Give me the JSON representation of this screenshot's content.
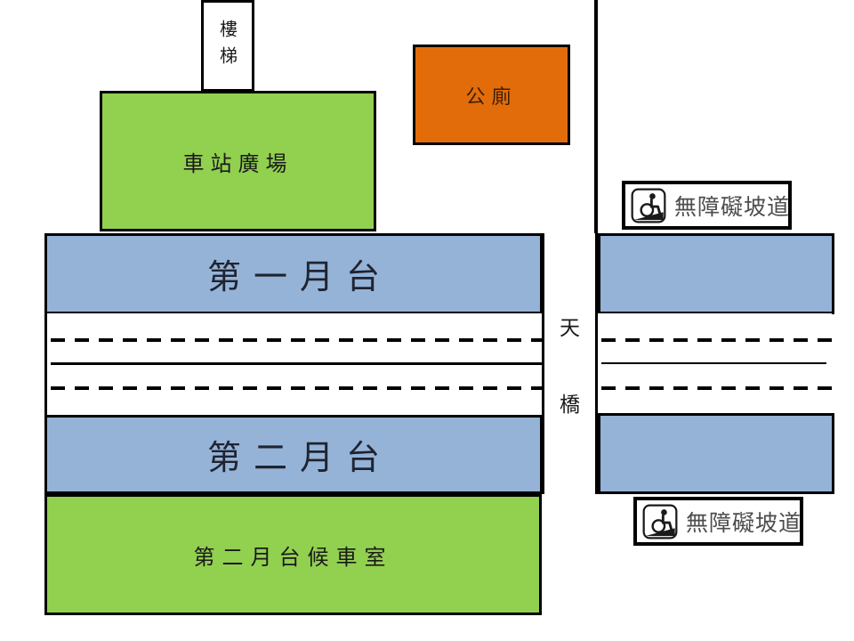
{
  "diagram": {
    "title": "train-station-layout",
    "stairs": {
      "label": "樓梯"
    },
    "plaza": {
      "label": "車站廣場"
    },
    "toilet": {
      "label": "公廁"
    },
    "platform1": {
      "label": "第一月台"
    },
    "platform2": {
      "label": "第二月台"
    },
    "bridge": {
      "label": "天橋",
      "char1": "天",
      "char2": "橋"
    },
    "waiting_room": {
      "label": "第二月台候車室"
    },
    "ramp_label_top": {
      "label": "無障礙坡道",
      "icon": "wheelchair-ramp-icon"
    },
    "ramp_label_bottom": {
      "label": "無障礙坡道",
      "icon": "wheelchair-ramp-icon"
    },
    "tracks": {
      "pattern": "dashed-solid-dashed"
    },
    "colors": {
      "plaza_green": "#92d050",
      "toilet_orange": "#e36c0a",
      "platform_blue": "#95b3d7",
      "outline_black": "#000000",
      "ramp_text_gray": "#4d4d4d"
    }
  }
}
